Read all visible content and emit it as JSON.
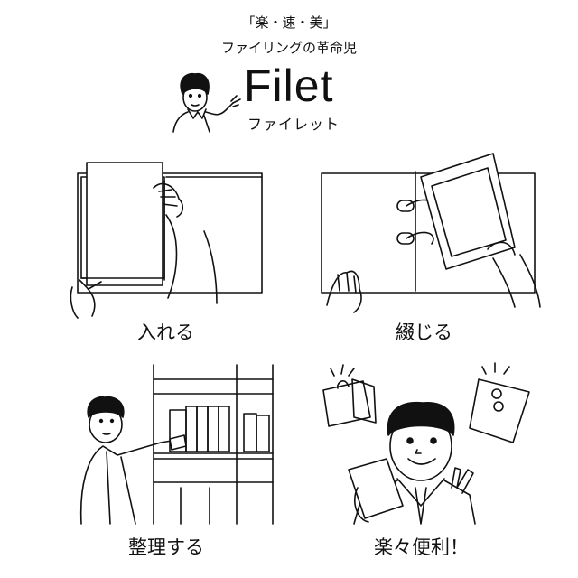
{
  "header": {
    "tagline": "「楽・速・美」",
    "subtitle": "ファイリングの革命児",
    "brand": "Filet",
    "brand_reading": "ファイレット"
  },
  "panels": [
    {
      "caption": "入れる"
    },
    {
      "caption": "綴じる"
    },
    {
      "caption": "整理する"
    },
    {
      "caption": "楽々便利！"
    }
  ],
  "colors": {
    "ink": "#111111",
    "background": "#ffffff"
  },
  "icons": [
    "mascot-pointing-illustration",
    "folder-insert-illustration",
    "ring-binder-illustration",
    "bookshelf-illustration",
    "happy-man-with-folder-illustration"
  ]
}
